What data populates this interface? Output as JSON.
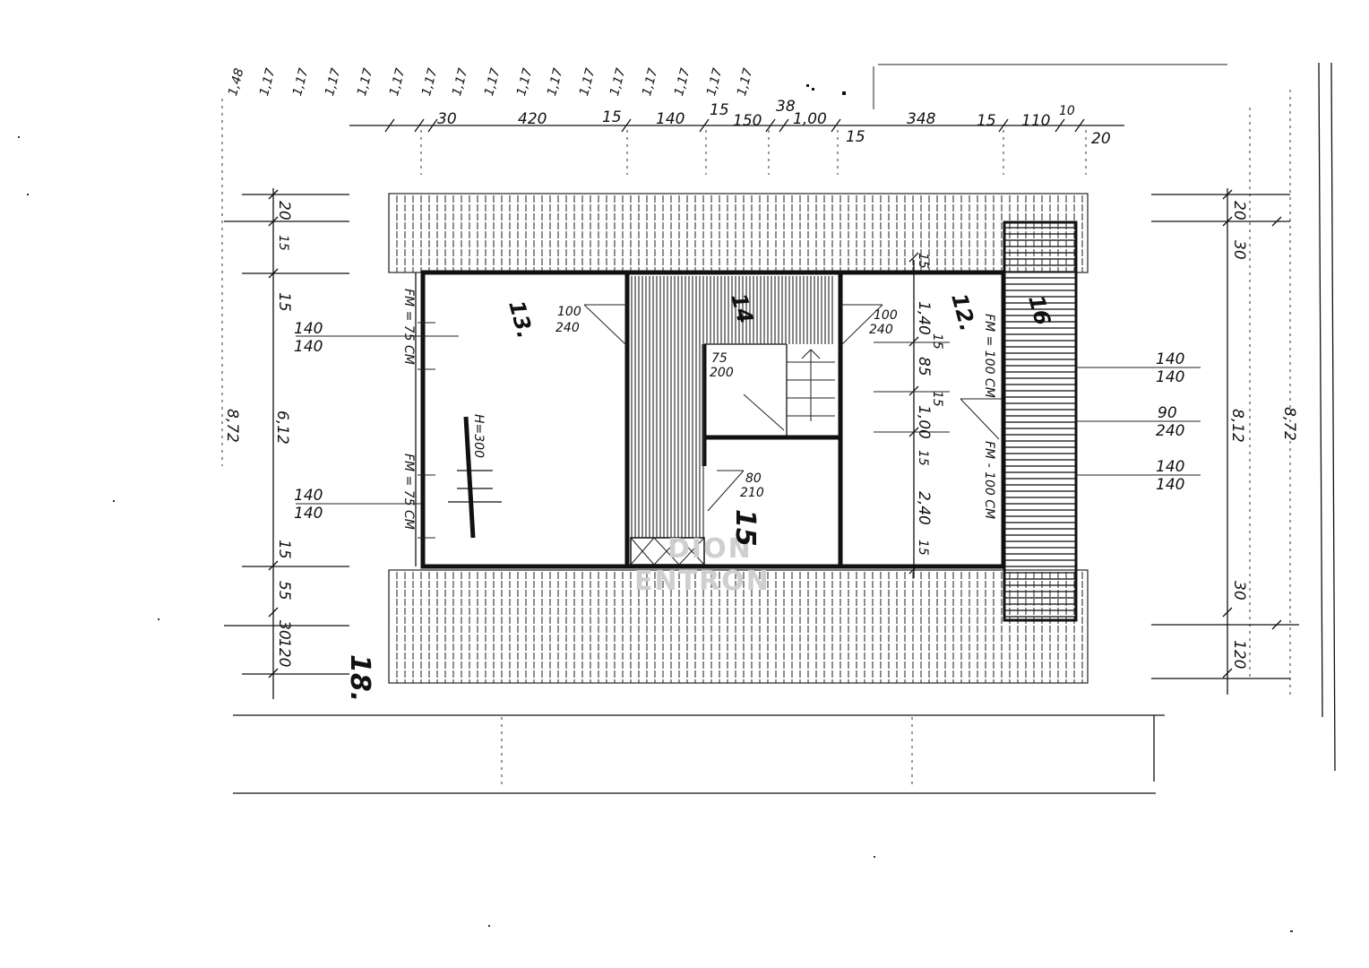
{
  "plan": {
    "top_ticks": [
      "1,48",
      "1,17",
      "1,17",
      "1,17",
      "1,17",
      "1,17",
      "1,17",
      "1,17",
      "1,17",
      "1,17",
      "1,17",
      "1,17",
      "1,17",
      "1,17",
      "1,17",
      "1,17",
      "1,17"
    ],
    "top_dims": {
      "d30": "30",
      "d420": "420",
      "d15a": "15",
      "d140": "140",
      "d15b": "15",
      "d150": "150",
      "d38": "38",
      "d100": "1,00",
      "d15c": "15",
      "d348": "348",
      "d15d": "15",
      "d110": "110",
      "d10": "10",
      "d20": "20"
    },
    "left_dims": {
      "d20": "20",
      "d15a": "15",
      "d15b": "15",
      "total": "8,72",
      "inner": "6,12",
      "d15c": "15",
      "d55": "55",
      "d30": "30",
      "d120": "120"
    },
    "right_dims": {
      "d20": "20",
      "d30a": "30",
      "total": "8,72",
      "inner": "8,12",
      "d30b": "30",
      "d120": "120"
    },
    "windows_left": [
      {
        "top": "140",
        "bottom": "140"
      },
      {
        "top": "140",
        "bottom": "140"
      }
    ],
    "windows_right": [
      {
        "top": "140",
        "bottom": "140"
      },
      {
        "top": "90",
        "bottom": "240"
      },
      {
        "top": "140",
        "bottom": "140"
      }
    ],
    "rooms": {
      "r13": "13.",
      "r14": "14",
      "r12": "12.",
      "r16": "16",
      "r15": "15",
      "r18": "18."
    },
    "labels": {
      "fm75a": "FM = 75 CM",
      "fm75b": "FM = 75 CM",
      "fm100a": "FM = 100 CM",
      "fm100b": "FM - 100 CM",
      "h300": "H=300",
      "door13": {
        "top": "100",
        "bottom": "240"
      },
      "door12": {
        "top": "100",
        "bottom": "240"
      },
      "door14": {
        "top": "75",
        "bottom": "200"
      },
      "door15": {
        "top": "80",
        "bottom": "210"
      },
      "r12dims": [
        "15",
        "1,40",
        "15",
        "85",
        "15",
        "1,00",
        "15",
        "2,40",
        "15"
      ]
    },
    "watermark": {
      "line1": "DION",
      "line2": "ENTRON"
    }
  }
}
